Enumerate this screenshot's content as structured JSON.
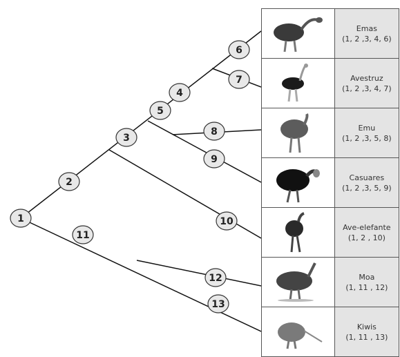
{
  "nodes": [
    {
      "id": "node-1",
      "label": "1"
    },
    {
      "id": "node-2",
      "label": "2"
    },
    {
      "id": "node-3",
      "label": "3"
    },
    {
      "id": "node-4",
      "label": "4"
    },
    {
      "id": "node-5",
      "label": "5"
    },
    {
      "id": "node-6",
      "label": "6"
    },
    {
      "id": "node-7",
      "label": "7"
    },
    {
      "id": "node-8",
      "label": "8"
    },
    {
      "id": "node-9",
      "label": "9"
    },
    {
      "id": "node-10",
      "label": "10"
    },
    {
      "id": "node-11",
      "label": "11"
    },
    {
      "id": "node-12",
      "label": "12"
    },
    {
      "id": "node-13",
      "label": "13"
    }
  ],
  "taxa": [
    {
      "name": "Emas",
      "characters": "(1, 2 ,3, 4, 6)",
      "icon": "rhea-icon"
    },
    {
      "name": "Avestruz",
      "characters": "(1, 2 ,3, 4, 7)",
      "icon": "ostrich-icon"
    },
    {
      "name": "Emu",
      "characters": "(1, 2 ,3, 5, 8)",
      "icon": "emu-icon"
    },
    {
      "name": "Casuares",
      "characters": "(1, 2 ,3, 5, 9)",
      "icon": "cassowary-icon"
    },
    {
      "name": "Ave-elefante",
      "characters": "(1, 2 , 10)",
      "icon": "elephant-bird-icon"
    },
    {
      "name": "Moa",
      "characters": "(1, 11 , 12)",
      "icon": "moa-icon"
    },
    {
      "name": "Kiwis",
      "characters": "(1, 11 , 13)",
      "icon": "kiwi-icon"
    }
  ],
  "colors": {
    "line": "#111111",
    "node_fill": "#e8e8e8",
    "node_stroke": "#333333",
    "cell_bg": "#e4e4e4"
  }
}
